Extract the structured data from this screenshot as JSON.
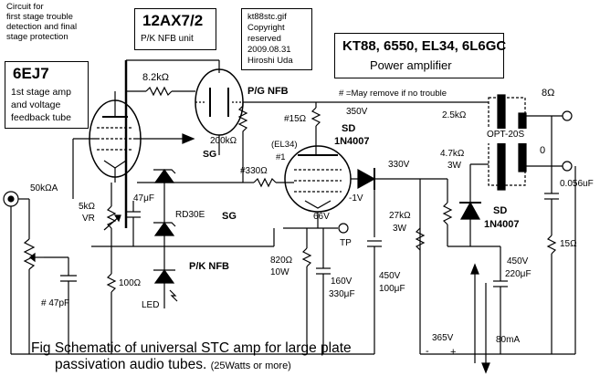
{
  "notes": {
    "circuit_note": [
      "Circuit for",
      "first stage trouble",
      "detection and final",
      "stage protection"
    ],
    "copyright": [
      "kt88stc.gif",
      "Copyright",
      "reserved",
      "2009.08.31",
      "Hiroshi Uda"
    ],
    "may_remove": "# =May  remove if no trouble"
  },
  "boxes": {
    "tube2_title": "12AX7/2",
    "tube2_sub": "P/K NFB unit",
    "tube1_title": "6EJ7",
    "tube1_desc": [
      "1st stage amp",
      "and voltage",
      "feedback tube"
    ],
    "title_main": "KT88, 6550, EL34, 6L6GC",
    "title_sub": "Power amplifier",
    "transformer": "OPT-20S"
  },
  "labels": {
    "r_8k2": "8.2kΩ",
    "pg_nfb": "P/G NFB",
    "v350": "350V",
    "r_15": "#15Ω",
    "sd1": "SD",
    "diode1": "1N4007",
    "r_200k": "200kΩ",
    "el34": "(EL34)",
    "n1": "#1",
    "sg1": "SG",
    "r_330": "#330Ω",
    "v330": "330V",
    "r_4k7": "4.7kΩ",
    "w3a": "3W",
    "r_2k5": "2.5kΩ",
    "ohm8": "8Ω",
    "zero": "0",
    "c_056": "0.056uF",
    "r_50k": "50kΩA",
    "r_5k": "5kΩ",
    "vr": "VR",
    "c_47u": "47μF",
    "rd30e": "RD30E",
    "sg2": "SG",
    "neg1v": "-1V",
    "v66": "66V",
    "tp": "TP",
    "r_27k": "27kΩ",
    "w3b": "3W",
    "sd2": "SD",
    "diode2": "1N4007",
    "r_15b": "15Ω",
    "r_100": "100Ω",
    "pk_nfb": "P/K NFB",
    "r_820": "820Ω",
    "w10": "10W",
    "c_160": "160V",
    "c_330u": "330μF",
    "c_450a": "450V",
    "c_100u": "100μF",
    "c_450b": "450V",
    "c_220u": "220μF",
    "c_47p": "# 47pF",
    "led": "LED",
    "v365": "365V",
    "minus": "-",
    "plus": "+",
    "ma80": "80mA"
  },
  "caption": {
    "line1": "Fig  Schematic of  universal STC amp for large plate",
    "line2": "passivation audio tubes.",
    "line2_small": "(25Watts or more)"
  }
}
